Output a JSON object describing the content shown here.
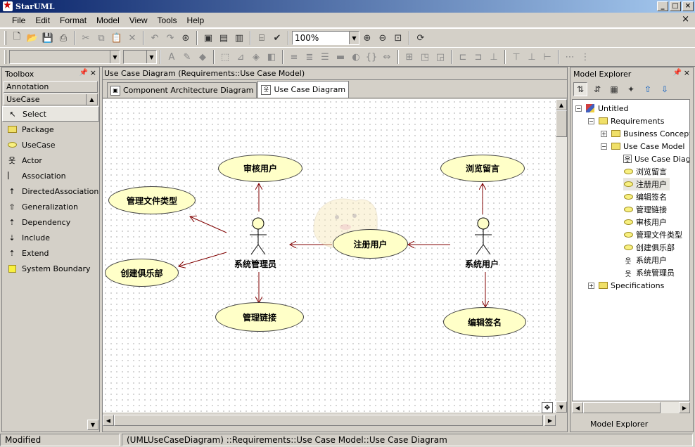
{
  "app": {
    "title": "StarUML"
  },
  "menu": [
    "File",
    "Edit",
    "Format",
    "Model",
    "View",
    "Tools",
    "Help"
  ],
  "toolbar": {
    "zoom": "100%"
  },
  "toolbox": {
    "title": "Toolbox",
    "groups": {
      "annotation": "Annotation",
      "usecase": "UseCase"
    },
    "tools": [
      "Select",
      "Package",
      "UseCase",
      "Actor",
      "Association",
      "DirectedAssociation",
      "Generalization",
      "Dependency",
      "Include",
      "Extend",
      "System Boundary"
    ]
  },
  "diagram": {
    "title": "Use Case Diagram (Requirements::Use Case Model)",
    "tabs": [
      "Component Architecture Diagram",
      "Use Case Diagram"
    ],
    "active_tab": 1,
    "usecases": [
      "审核用户",
      "管理文件类型",
      "创建俱乐部",
      "管理链接",
      "注册用户",
      "浏览留言",
      "编辑签名"
    ],
    "actors": [
      "系统管理员",
      "系统用户"
    ]
  },
  "explorer": {
    "title": "Model Explorer",
    "tree": {
      "root": "Untitled",
      "requirements": "Requirements",
      "business": "Business Concept I",
      "usecase_model": "Use Case Model",
      "items": [
        "Use Case Diagr",
        "浏览留言",
        "注册用户",
        "编辑签名",
        "管理链接",
        "审核用户",
        "管理文件类型",
        "创建俱乐部",
        "系统用户",
        "系统管理员"
      ],
      "specifications": "Specifications"
    },
    "bottom_tab": "Model Explorer"
  },
  "status": {
    "mode": "Modified",
    "path": "(UMLUseCaseDiagram) ::Requirements::Use Case Model::Use Case Diagram"
  },
  "colors": {
    "usecase_fill": "#ffffc8",
    "relation": "#800000",
    "titlebar": "#0a246a"
  }
}
